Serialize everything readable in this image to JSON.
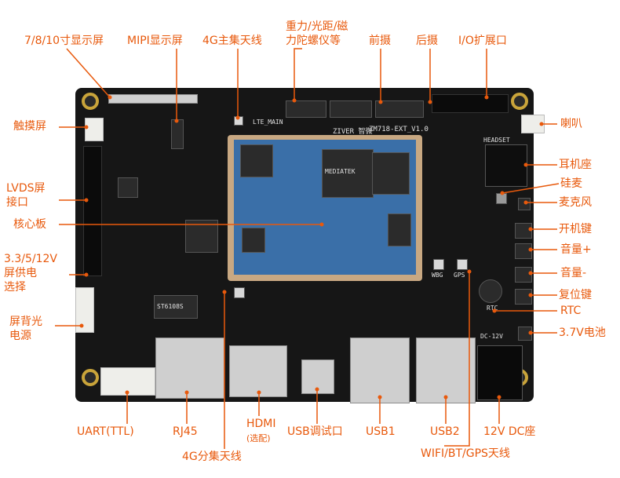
{
  "labels": {
    "lcd_7_8_10": "7/8/10寸显示屏",
    "mipi": "MIPI显示屏",
    "antenna_4g_main": "4G主集天线",
    "sensors_line1": "重力/光距/磁",
    "sensors_line2": "力陀螺仪等",
    "front_camera": "前摄",
    "rear_camera": "后摄",
    "io_expansion": "I/O扩展口",
    "touchscreen": "触摸屏",
    "speaker": "喇叭",
    "lvds_line1": "LVDS屏",
    "lvds_line2": "接口",
    "earphone": "耳机座",
    "silicon_mic": "硅麦",
    "microphone": "麦克风",
    "core_board": "核心板",
    "power_key": "开机键",
    "volume_up": "音量+",
    "power_sel_line1": "3.3/5/12V",
    "power_sel_line2": "屏供电",
    "power_sel_line3": "选择",
    "volume_down": "音量-",
    "reset_key": "复位键",
    "backlight_line1": "屏背光",
    "backlight_line2": "电源",
    "rtc": "RTC",
    "battery": "3.7V电池",
    "uart": "UART(TTL)",
    "rj45": "RJ45",
    "hdmi": "HDMI",
    "hdmi_note": "(选配)",
    "usb_debug": "USB调试口",
    "usb1": "USB1",
    "usb2": "USB2",
    "dc12v": "12V DC座",
    "antenna_4g_div": "4G分集天线",
    "wifi_bt_gps": "WIFI/BT/GPS天线"
  },
  "silkscreen": {
    "brand": "ZIVER 智微",
    "model": "ZM718-EXT_V1.0",
    "lte_main": "LTE_MAIN",
    "headset": "HEADSET",
    "wbg": "WBG",
    "gps": "GPS",
    "rtc": "RTC",
    "dc12v": "DC-12V",
    "chip_s": "ST6108S",
    "mediatek": "MEDIATEK"
  },
  "colors": {
    "annotation": "#e8590c",
    "board": "#161616",
    "som_frame": "#c8a882",
    "som_pcb": "#3a6fa8"
  }
}
